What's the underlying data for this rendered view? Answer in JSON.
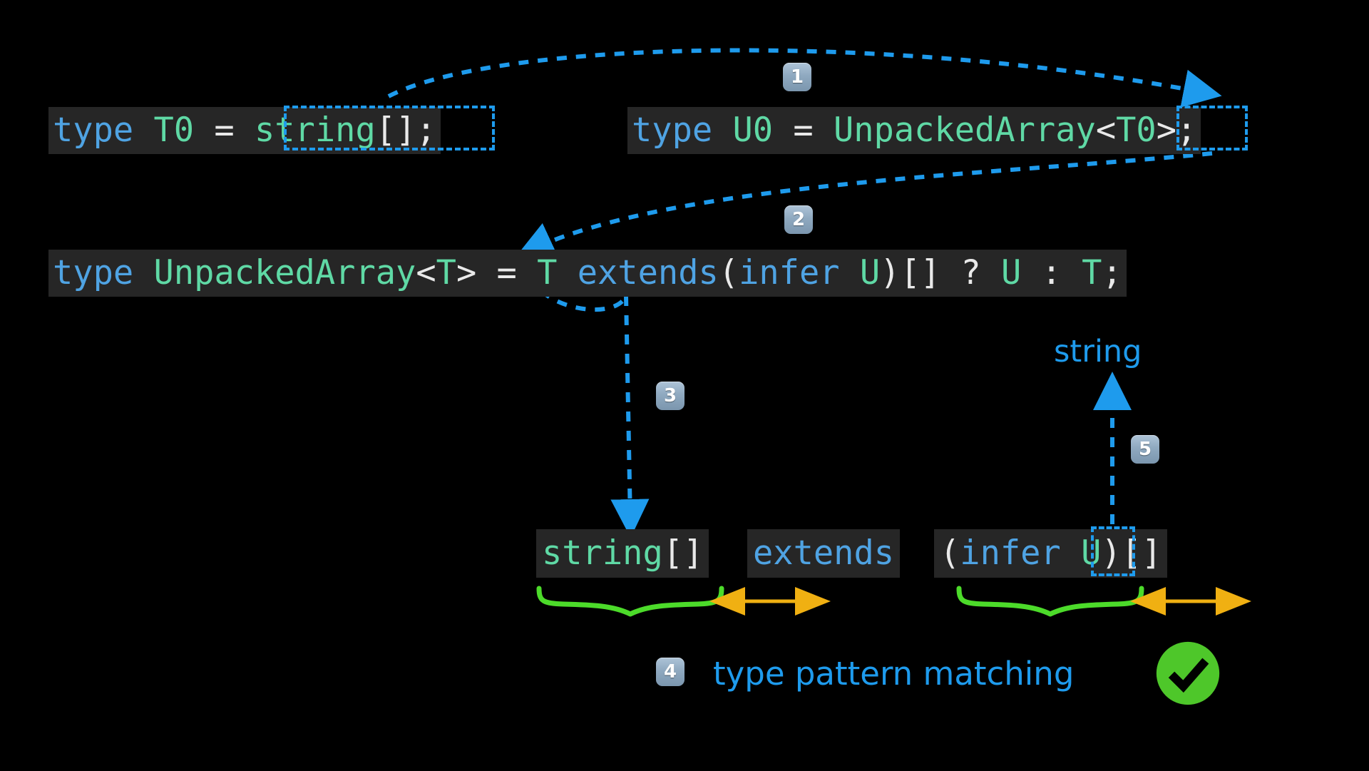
{
  "theme": {
    "background": "#000000",
    "code_bg": "#262626",
    "keyword_color": "#4fa3e3",
    "type_color": "#5fd9a5",
    "punct_color": "#e9e9e9",
    "accent_blue": "#1e9bed",
    "brace_green": "#4cdb2a",
    "arrow_orange": "#f0b012",
    "check_green": "#4ec72a",
    "badge_color": "#8fa9c0"
  },
  "code_lines": {
    "line1_left": {
      "parts": [
        {
          "t": "type ",
          "c": "kw"
        },
        {
          "t": "T0 ",
          "c": "ty"
        },
        {
          "t": "= ",
          "c": "pn"
        },
        {
          "t": "string",
          "c": "ty"
        },
        {
          "t": "[];",
          "c": "pn"
        }
      ],
      "text": "type T0 = string[];"
    },
    "line1_right": {
      "parts": [
        {
          "t": "type ",
          "c": "kw"
        },
        {
          "t": "U0 ",
          "c": "ty"
        },
        {
          "t": "= ",
          "c": "pn"
        },
        {
          "t": "UnpackedArray",
          "c": "ty"
        },
        {
          "t": "<",
          "c": "pn"
        },
        {
          "t": "T0",
          "c": "ty"
        },
        {
          "t": ">;",
          "c": "pn"
        }
      ],
      "text": "type U0 = UnpackedArray<T0>;"
    },
    "line2": {
      "parts": [
        {
          "t": "type ",
          "c": "kw"
        },
        {
          "t": "UnpackedArray",
          "c": "ty"
        },
        {
          "t": "<",
          "c": "pn"
        },
        {
          "t": "T",
          "c": "ty"
        },
        {
          "t": "> ",
          "c": "pn"
        },
        {
          "t": "= ",
          "c": "pn"
        },
        {
          "t": "T ",
          "c": "ty"
        },
        {
          "t": "extends",
          "c": "kw"
        },
        {
          "t": "(",
          "c": "pn"
        },
        {
          "t": "infer ",
          "c": "kw"
        },
        {
          "t": "U",
          "c": "ty"
        },
        {
          "t": ")[] ",
          "c": "pn"
        },
        {
          "t": "? ",
          "c": "pn"
        },
        {
          "t": "U ",
          "c": "ty"
        },
        {
          "t": ": ",
          "c": "pn"
        },
        {
          "t": "T",
          "c": "ty"
        },
        {
          "t": ";",
          "c": "pn"
        }
      ],
      "text": "type UnpackedArray<T> = T extends(infer U)[] ? U : T;"
    }
  },
  "pattern_row": {
    "subject": {
      "parts": [
        {
          "t": "string",
          "c": "ty"
        },
        {
          "t": "[]",
          "c": "pn"
        }
      ],
      "text": "string[]"
    },
    "operator": {
      "parts": [
        {
          "t": "extends",
          "c": "kw"
        }
      ],
      "text": "extends"
    },
    "pattern": {
      "parts": [
        {
          "t": "(",
          "c": "pn"
        },
        {
          "t": "infer ",
          "c": "kw"
        },
        {
          "t": "U",
          "c": "ty"
        },
        {
          "t": ")",
          "c": "pn"
        },
        {
          "t": "[]",
          "c": "pn"
        }
      ],
      "text": "(infer U)[]"
    }
  },
  "badges": [
    {
      "id": "1",
      "label": "1"
    },
    {
      "id": "2",
      "label": "2"
    },
    {
      "id": "3",
      "label": "3"
    },
    {
      "id": "4",
      "label": "4"
    },
    {
      "id": "5",
      "label": "5"
    }
  ],
  "labels": {
    "inferred_result": "string",
    "caption": "type pattern matching"
  },
  "icons": {
    "check": "check-circle-icon"
  }
}
